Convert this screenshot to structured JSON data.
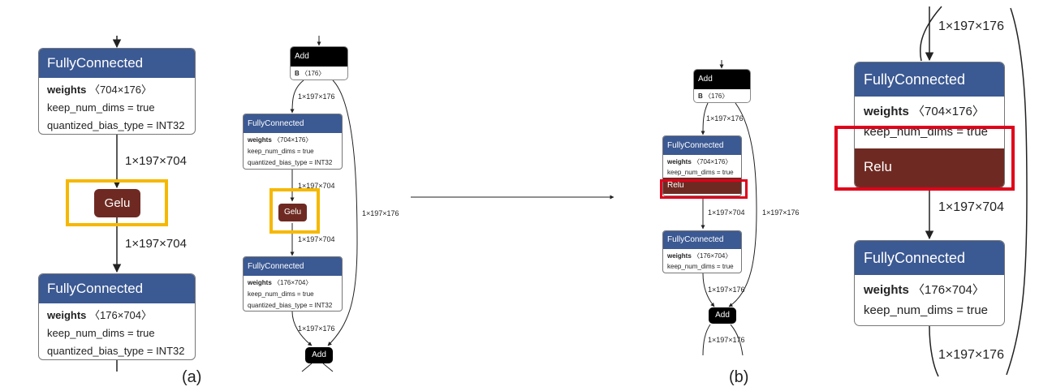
{
  "captions": {
    "a": "(a)",
    "b": "(b)"
  },
  "ops": {
    "fully_connected": "FullyConnected",
    "gelu": "Gelu",
    "relu": "Relu",
    "add": "Add"
  },
  "attrs": {
    "weights_key": "weights",
    "w_704_176": "〈704×176〉",
    "w_176_704": "〈176×704〉",
    "keep_num_dims": "keep_num_dims = true",
    "quantized_bias": "quantized_bias_type = INT32",
    "b_key": "B",
    "b_176": "〈176〉"
  },
  "edges": {
    "e_197_704": "1×197×704",
    "e_197_176": "1×197×176"
  },
  "colors": {
    "fc_header": "#3b5993",
    "activation": "#6e2a22",
    "highlight_gelu": "#f5b800",
    "highlight_relu": "#e0001b"
  }
}
